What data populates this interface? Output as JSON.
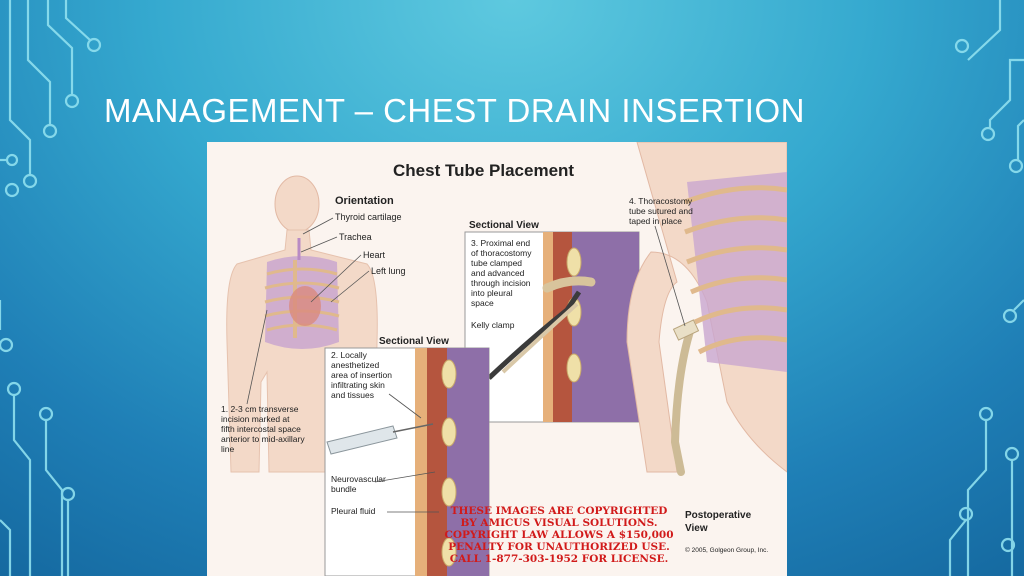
{
  "slide": {
    "title": "MANAGEMENT – CHEST DRAIN INSERTION"
  },
  "figure": {
    "heading": "Chest Tube Placement",
    "orientation_label": "Orientation",
    "anatomy_labels": [
      "Thyroid cartilage",
      "Trachea",
      "Heart",
      "Left lung"
    ],
    "step1": [
      "1. 2-3 cm transverse",
      "incision marked at",
      "fifth intercostal space",
      "anterior to mid-axillary",
      "line"
    ],
    "sectional_view_1": "Sectional View",
    "step2": [
      "2. Locally",
      "anesthetized",
      "area of insertion",
      "infiltrating skin",
      "and tissues"
    ],
    "neurovascular": [
      "Neurovascular",
      "bundle"
    ],
    "pleural_fluid": "Pleural fluid",
    "sectional_view_2": "Sectional View",
    "step3": [
      "3. Proximal end",
      "of thoracostomy",
      "tube clamped",
      "and advanced",
      "through incision",
      "into pleural",
      "space"
    ],
    "kelly_clamp": "Kelly clamp",
    "step4": [
      "4. Thoracostomy",
      "tube sutured and",
      "taped in place"
    ],
    "postoperative": [
      "Postoperative",
      "View"
    ],
    "copyright_notice": [
      "THESE IMAGES ARE COPYRIGHTED",
      "BY AMICUS VISUAL SOLUTIONS.",
      "COPYRIGHT LAW ALLOWS A $150,000",
      "PENALTY FOR UNAUTHORIZED USE.",
      "CALL 1-877-303-1952 FOR LICENSE."
    ],
    "credit": "© 2005, Golgeon Group, Inc."
  },
  "colors": {
    "background_top": "#5ec9df",
    "background_bottom": "#1569a0",
    "circuit": "#8fe0ef",
    "title": "#ffffff",
    "copyright_red": "#d11a1a"
  },
  "icons": [
    "circuit-decoration-left",
    "circuit-decoration-right"
  ]
}
